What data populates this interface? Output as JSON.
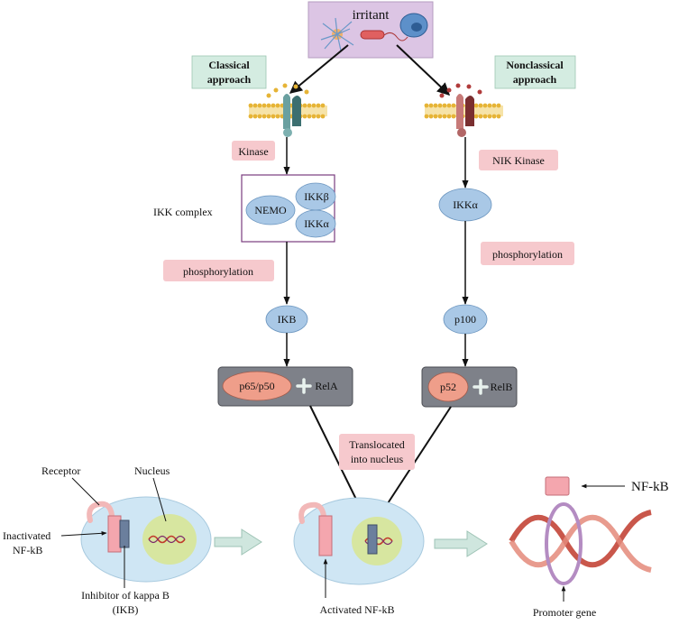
{
  "irritant": "irritant",
  "classical": {
    "line1": "Classical",
    "line2": "approach"
  },
  "nonclassical": {
    "line1": "Nonclassical",
    "line2": "approach"
  },
  "left": {
    "kinase": "Kinase",
    "complex_label": "IKK complex",
    "nemo": "NEMO",
    "ikkb": "IKKβ",
    "ikka": "IKKα",
    "phosphorylation": "phosphorylation",
    "ikb": "IKB",
    "dimer": "p65/p50",
    "rel": "RelA"
  },
  "right": {
    "kinase": "NIK Kinase",
    "ikka": "IKKα",
    "phosphorylation": "phosphorylation",
    "p100": "p100",
    "dimer": "p52",
    "rel": "RelB"
  },
  "translocated": {
    "line1": "Translocated",
    "line2": "into nucleus"
  },
  "bottom": {
    "receptor": "Receptor",
    "nucleus": "Nucleus",
    "inactivated_1": "Inactivated",
    "inactivated_2": "NF-kB",
    "inhibitor_1": "Inhibitor of kappa B",
    "inhibitor_2": "(IKB)",
    "activated": "Activated NF-kB",
    "nfkb": "NF-kB",
    "promoter": "Promoter gene"
  },
  "colors": {
    "pink_label": "#f6c9cd",
    "green_label": "#d4ece1",
    "blue_oval": "#a9c8e6",
    "salmon_oval": "#ef9e8a",
    "gray_box": "#7e8189",
    "cell": "#cfe6f4",
    "nucleus": "#d7e6a0",
    "irritant_bg": "#dcc5e4"
  }
}
